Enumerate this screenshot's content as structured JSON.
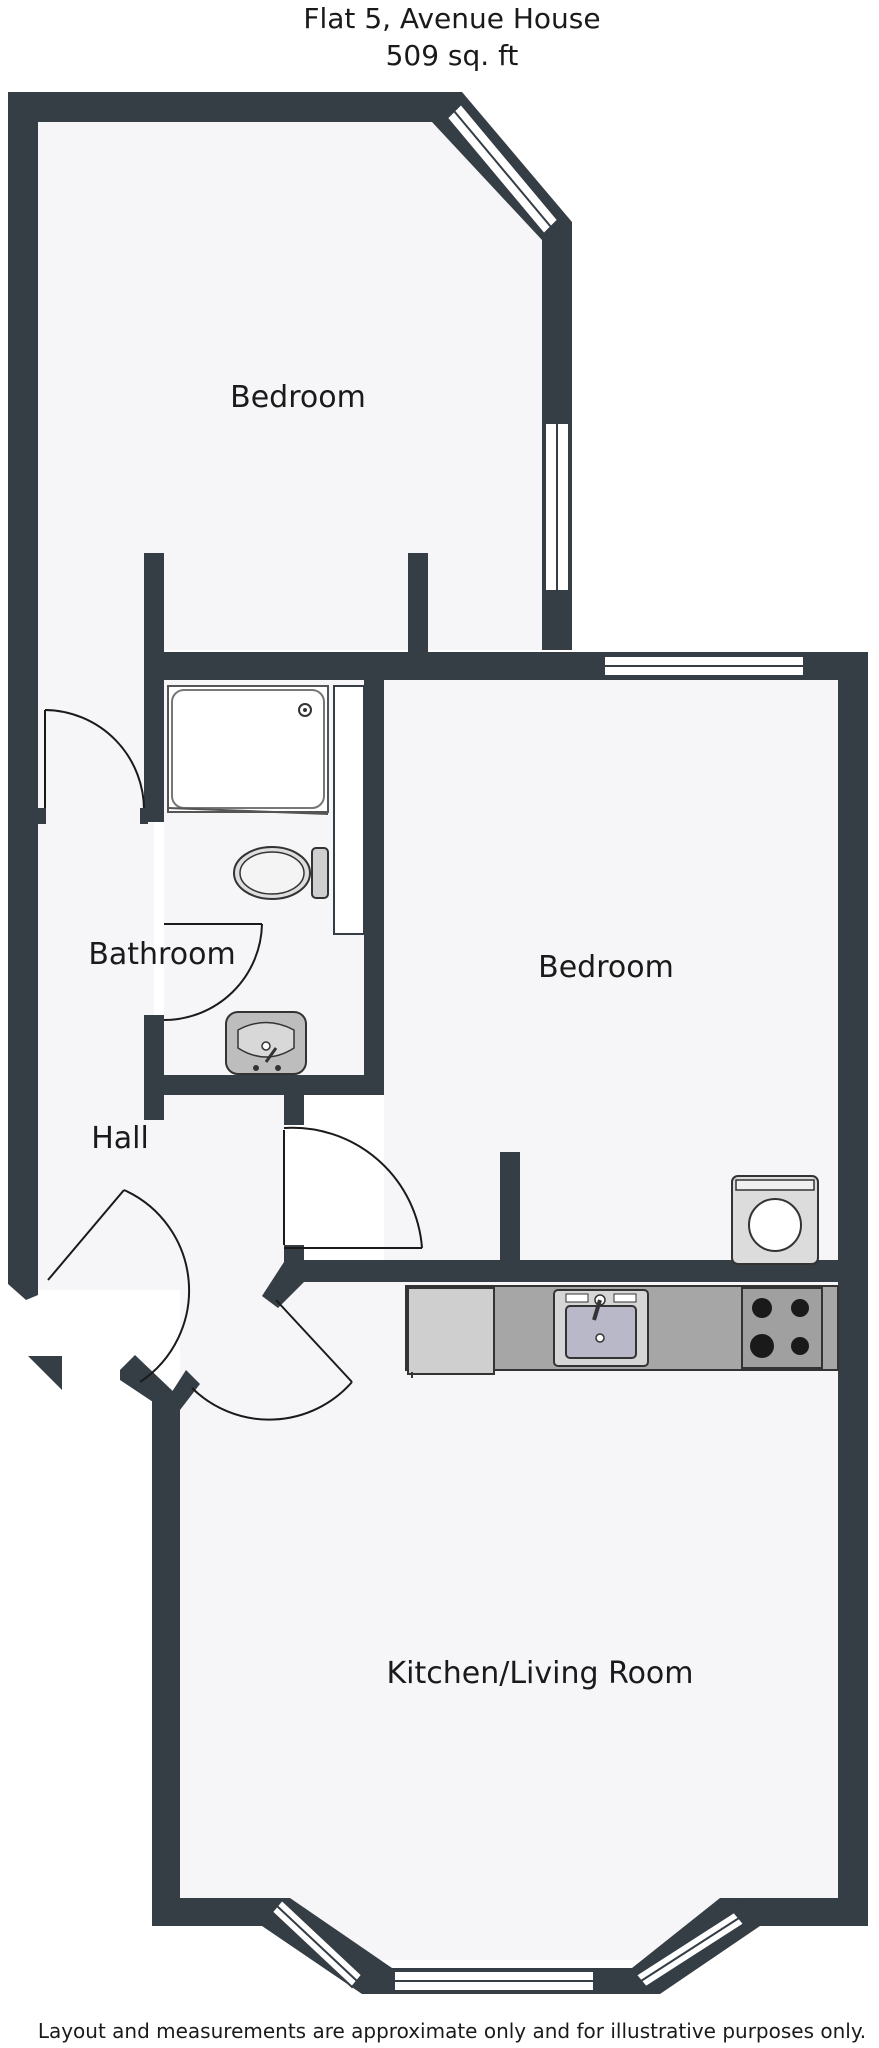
{
  "header": {
    "title_line1": "Flat 5, Avenue House",
    "title_line2": "509 sq. ft"
  },
  "rooms": {
    "bedroom_1": "Bedroom",
    "bedroom_2": "Bedroom",
    "bathroom": "Bathroom",
    "hall": "Hall",
    "kitchen_living": "Kitchen/Living Room"
  },
  "footer": {
    "disclaimer": "Layout and measurements are approximate only and for illustrative purposes only."
  },
  "colors": {
    "wall": "#353d45",
    "floor": "#f6f6f8",
    "counter": "#a6a6a6",
    "fixture": "#dcdcdc"
  }
}
